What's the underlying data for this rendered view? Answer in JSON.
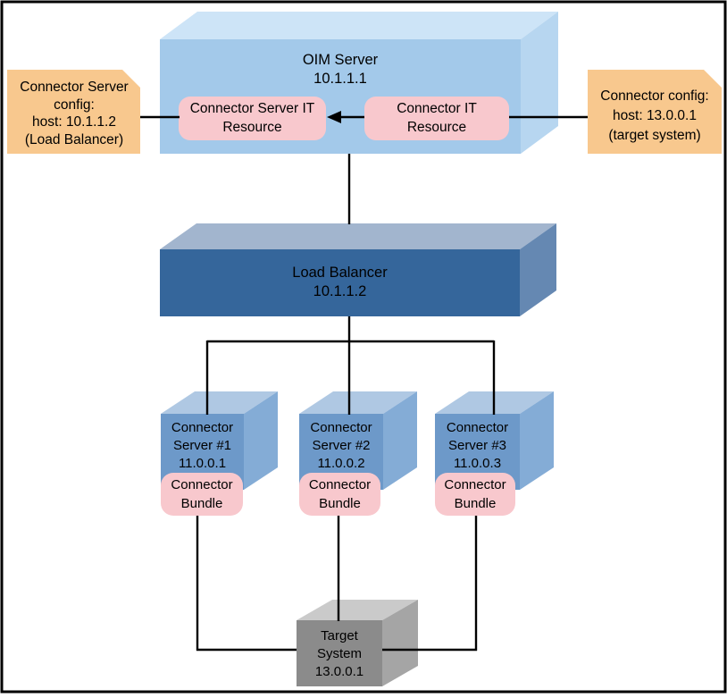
{
  "nodes": {
    "oim_server": {
      "label": "OIM Server\n10.1.1.1"
    },
    "connector_server_it_resource": {
      "label": "Connector Server IT\nResource"
    },
    "connector_it_resource": {
      "label": "Connector IT\nResource"
    },
    "load_balancer": {
      "label": "Load Balancer\n10.1.1.2"
    },
    "connector_servers": [
      {
        "label": "Connector\nServer #1\n11.0.0.1"
      },
      {
        "label": "Connector\nServer #2\n11.0.0.2"
      },
      {
        "label": "Connector\nServer #3\n11.0.0.3"
      }
    ],
    "connector_bundles": [
      {
        "label": "Connector\nBundle"
      },
      {
        "label": "Connector\nBundle"
      },
      {
        "label": "Connector\nBundle"
      }
    ],
    "target_system": {
      "label": "Target\nSystem\n13.0.0.1"
    }
  },
  "notes": {
    "connector_server_config": {
      "label": "Connector Server\nconfig:\nhost: 10.1.1.2\n(Load Balancer)"
    },
    "connector_config": {
      "label": "Connector config:\nhost: 13.0.0.1\n(target system)"
    }
  },
  "colors": {
    "oim_front": "#a3c9ea",
    "oim_top": "#cde4f7",
    "oim_side": "#b7d6f0",
    "lb_front": "#35669b",
    "lb_top": "#a2b5ce",
    "lb_side": "#6588b2",
    "cs_front": "#6d99c9",
    "cs_top": "#afc8e3",
    "cs_side": "#84acd6",
    "target_front": "#8b8b8b",
    "target_top": "#cacaca",
    "target_side": "#a5a5a5",
    "resource_pink": "#f8c8cd",
    "note_orange": "#f8c88e",
    "line_black": "#000000"
  }
}
